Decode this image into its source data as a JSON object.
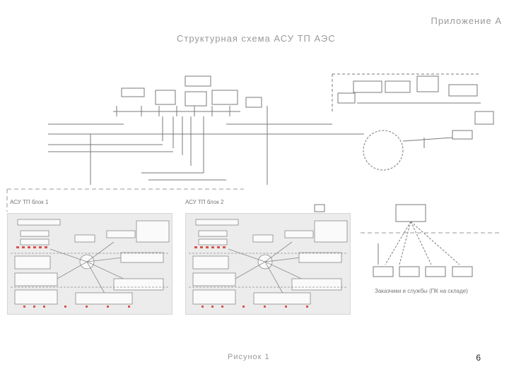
{
  "corner_label": "Приложение А",
  "title": "Структурная схема АСУ ТП АЭС",
  "caption": "Рисунок 1",
  "page_number": "6",
  "blocks": {
    "left_panel_label": "АСУ ТП блок 1",
    "right_panel_label": "АСУ ТП блок 2",
    "legend_bottom": "Заказчики и службы (ПК на складе)"
  },
  "colors": {
    "line": "#7a7a7a",
    "dashed": "#9a9a9a",
    "panel_bg": "#ececec",
    "accent_red": "#d9534f"
  }
}
